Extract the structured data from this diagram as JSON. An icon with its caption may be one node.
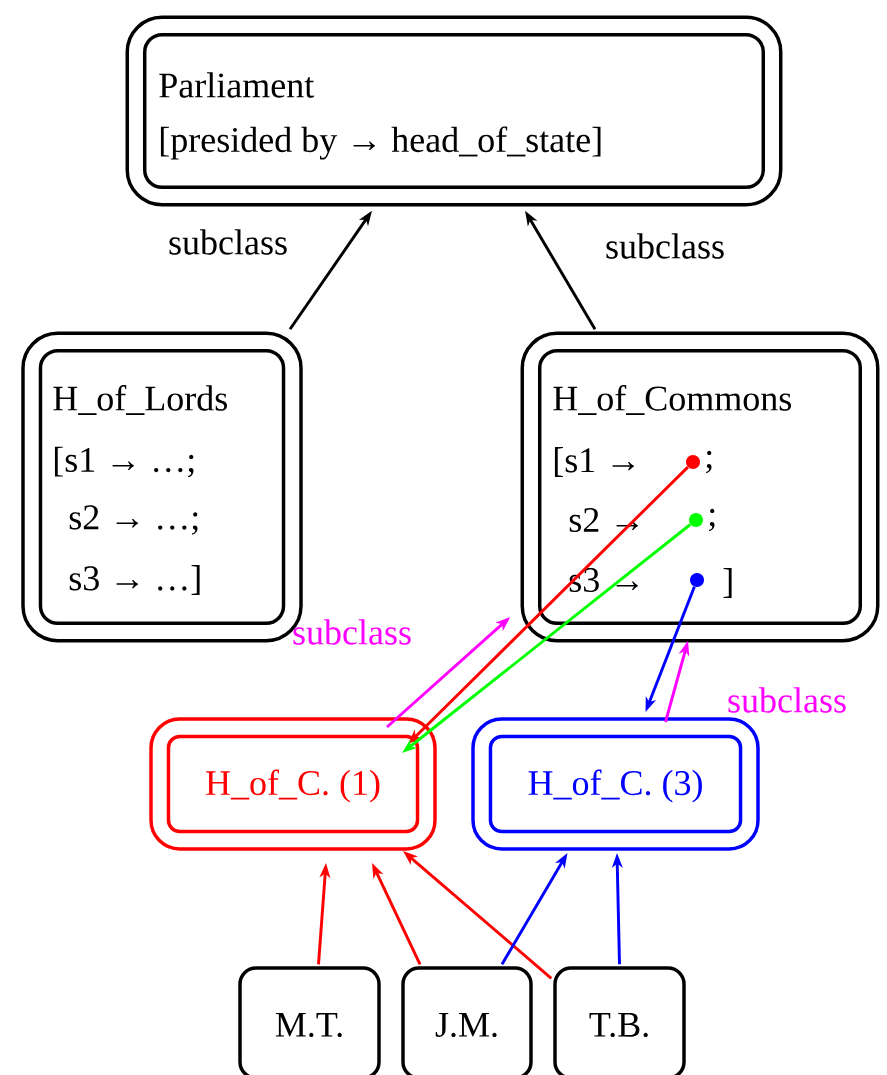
{
  "diagram": {
    "nodes": [
      {
        "text": [
          "Parliament",
          "[presided by → head_of_state]"
        ]
      },
      {
        "text": [
          "H_of_Lords",
          "[s1 → …;",
          "s2 → …;",
          "s3 → …]"
        ]
      },
      {
        "text": [
          "H_of_Commons",
          "[s1 →",
          "s2 →",
          "s3 →"
        ]
      },
      {
        "text": [],
        "shape": "circle",
        "in": 2,
        "beside": [
          ";"
        ]
      },
      {
        "text": [],
        "shape": "circle",
        "in": 2,
        "beside": [
          ";"
        ]
      },
      {
        "text": [],
        "shape": "circle",
        "in": 2,
        "beside": [
          "]"
        ]
      },
      {
        "text": [
          "H_of_C. (1)"
        ]
      },
      {
        "text": [
          "H_of_C. (3)"
        ]
      },
      {
        "text": [
          "M.T."
        ]
      },
      {
        "text": [
          "J.M."
        ]
      },
      {
        "text": [
          "T.B."
        ]
      }
    ],
    "edges": [
      {
        "from": 1,
        "to": 0,
        "arrow": "to",
        "label": "subclass",
        "color": "#000000"
      },
      {
        "from": 2,
        "to": 0,
        "arrow": "to",
        "label": "subclass",
        "color": "#000000"
      },
      {
        "from": 3,
        "to": 6,
        "arrow": "to",
        "color": "#ff0000"
      },
      {
        "from": 4,
        "to": 6,
        "arrow": "to",
        "color": "#00ff00"
      },
      {
        "from": 5,
        "to": 7,
        "arrow": "to",
        "color": "#0000ff"
      },
      {
        "from": 6,
        "to": 2,
        "arrow": "to",
        "color": "#ff00ff",
        "label": "subclass"
      },
      {
        "from": 7,
        "to": 2,
        "arrow": "to",
        "color": "#ff00ff",
        "label": "subclass"
      },
      {
        "from": 8,
        "to": 6,
        "arrow": "to",
        "color": "#ff0000"
      },
      {
        "from": 9,
        "to": 6,
        "arrow": "to",
        "color": "#ff0000"
      },
      {
        "from": 10,
        "to": 6,
        "arrow": "to",
        "color": "#ff0000"
      },
      {
        "from": 9,
        "to": 7,
        "arrow": "to",
        "color": "#0000ff"
      },
      {
        "from": 10,
        "to": 7,
        "arrow": "to",
        "color": "#0000ff"
      }
    ]
  }
}
